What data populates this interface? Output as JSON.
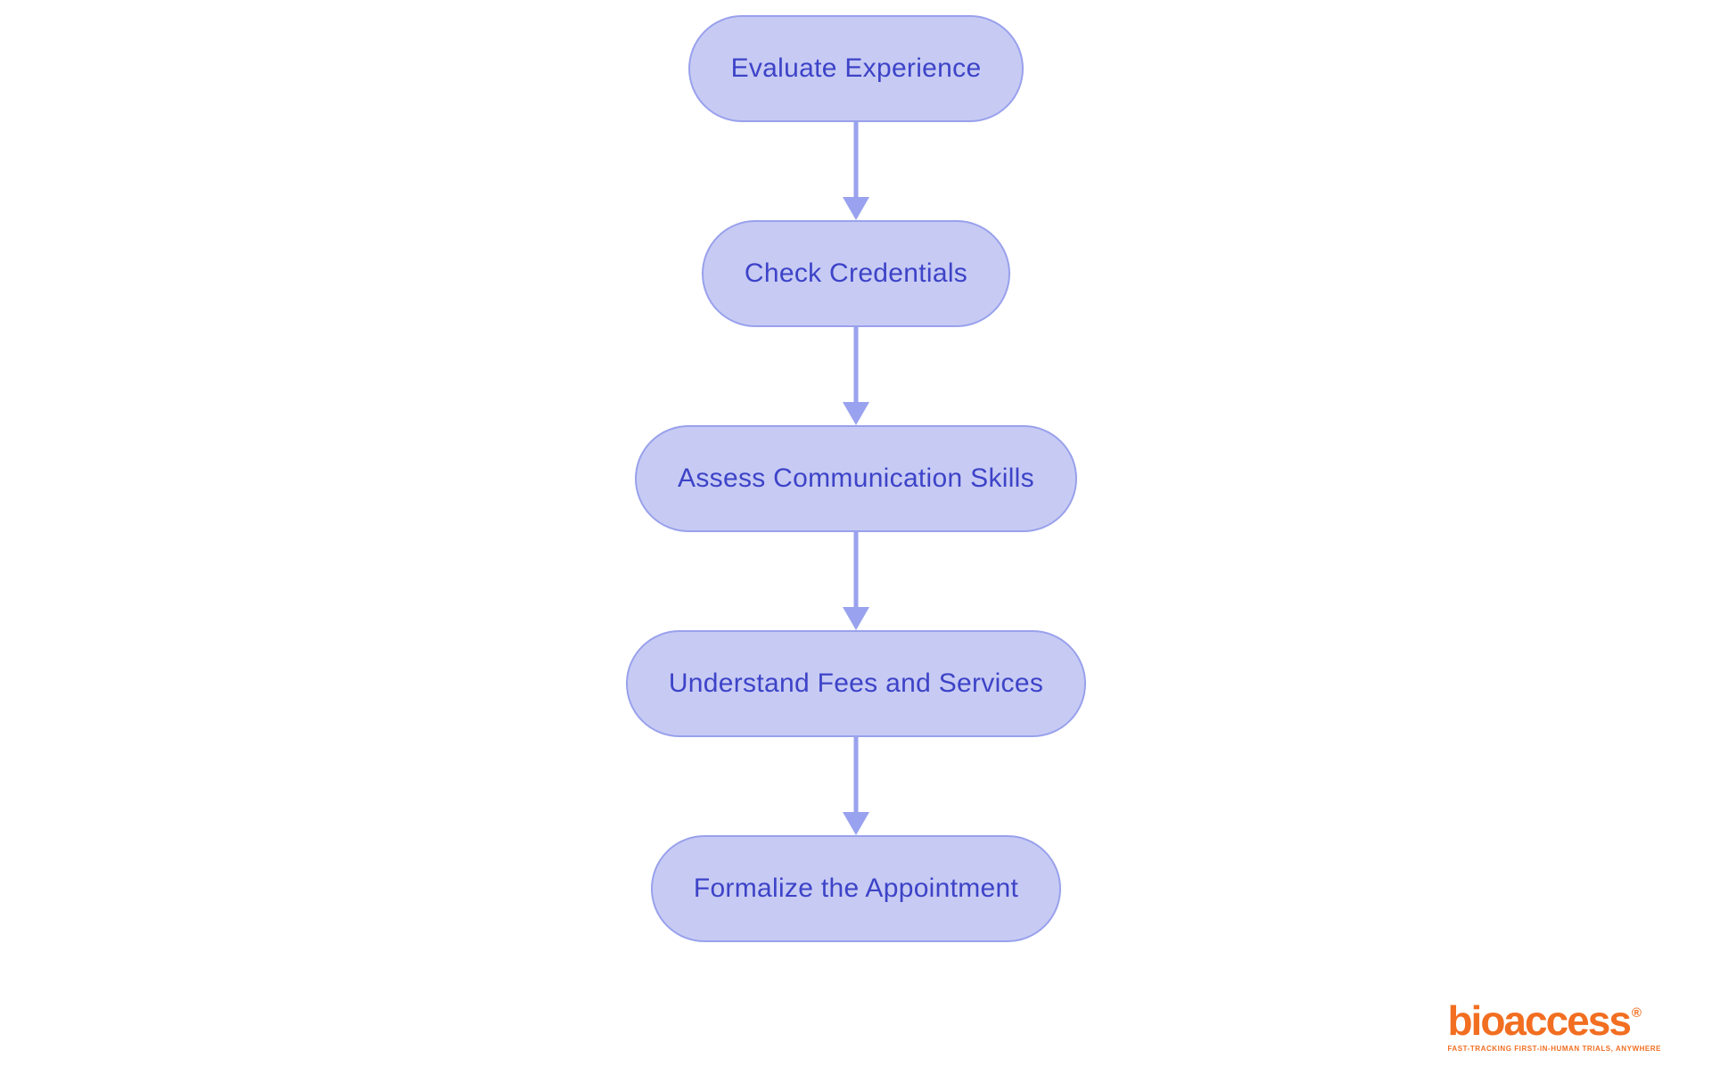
{
  "flowchart": {
    "type": "vertical-flow",
    "nodes": [
      {
        "label": "Evaluate Experience"
      },
      {
        "label": "Check Credentials"
      },
      {
        "label": "Assess Communication Skills"
      },
      {
        "label": "Understand Fees and Services"
      },
      {
        "label": "Formalize the Appointment"
      }
    ],
    "edges": [
      {
        "from": "Evaluate Experience",
        "to": "Check Credentials"
      },
      {
        "from": "Check Credentials",
        "to": "Assess Communication Skills"
      },
      {
        "from": "Assess Communication Skills",
        "to": "Understand Fees and Services"
      },
      {
        "from": "Understand Fees and Services",
        "to": "Formalize the Appointment"
      }
    ],
    "colors": {
      "node_fill": "#c7cbf4",
      "node_border": "#99a1ec",
      "node_text": "#3d43c7",
      "arrow": "#99a2ee",
      "background": "#ffffff"
    }
  },
  "branding": {
    "logo_text": "bioaccess",
    "registered_mark": "®",
    "tagline": "FAST-TRACKING FIRST-IN-HUMAN TRIALS, ANYWHERE",
    "logo_color": "#f26e21"
  }
}
